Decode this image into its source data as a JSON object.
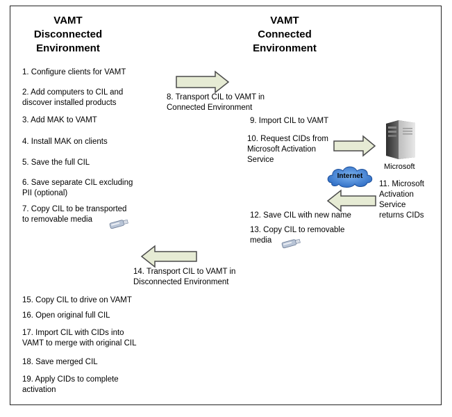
{
  "columns": {
    "left": {
      "line1": "VAMT",
      "line2": "Disconnected",
      "line3": "Environment"
    },
    "right": {
      "line1": "VAMT",
      "line2": "Connected",
      "line3": "Environment"
    }
  },
  "steps": {
    "s1": [
      "1. Configure clients for VAMT"
    ],
    "s2": [
      "2. Add computers to CIL and",
      "discover installed products"
    ],
    "s3": [
      "3. Add MAK to VAMT"
    ],
    "s4": [
      "4. Install MAK on clients"
    ],
    "s5": [
      "5. Save the full CIL"
    ],
    "s6": [
      "6. Save separate CIL excluding",
      "PII (optional)"
    ],
    "s7": [
      "7. Copy CIL to be transported",
      "to removable media"
    ],
    "s8": [
      "8. Transport CIL to VAMT in",
      "Connected Environment"
    ],
    "s9": [
      "9. Import CIL to VAMT"
    ],
    "s10": [
      "10. Request CIDs from",
      "Microsoft Activation",
      "Service"
    ],
    "s11": [
      "11. Microsoft",
      "Activation",
      "Service",
      "returns CIDs"
    ],
    "s12": [
      "12. Save CIL with new name"
    ],
    "s13": [
      "13. Copy CIL to removable",
      "media"
    ],
    "s14": [
      "14. Transport CIL to VAMT in",
      "Disconnected Environment"
    ],
    "s15": [
      "15. Copy CIL to drive on VAMT"
    ],
    "s16": [
      "16. Open original full CIL"
    ],
    "s17": [
      "17. Import CIL with CIDs into",
      "VAMT to merge with original CIL"
    ],
    "s18": [
      "18. Save merged CIL"
    ],
    "s19": [
      "19. Apply CIDs to complete",
      "activation"
    ]
  },
  "server_label": "Microsoft",
  "cloud_label": "Internet",
  "colors": {
    "arrow_fill": "#e6ebd4",
    "arrow_stroke": "#4a4a4a",
    "cloud_fill": "#3f7fd4",
    "server_dark": "#3a3a3a"
  }
}
